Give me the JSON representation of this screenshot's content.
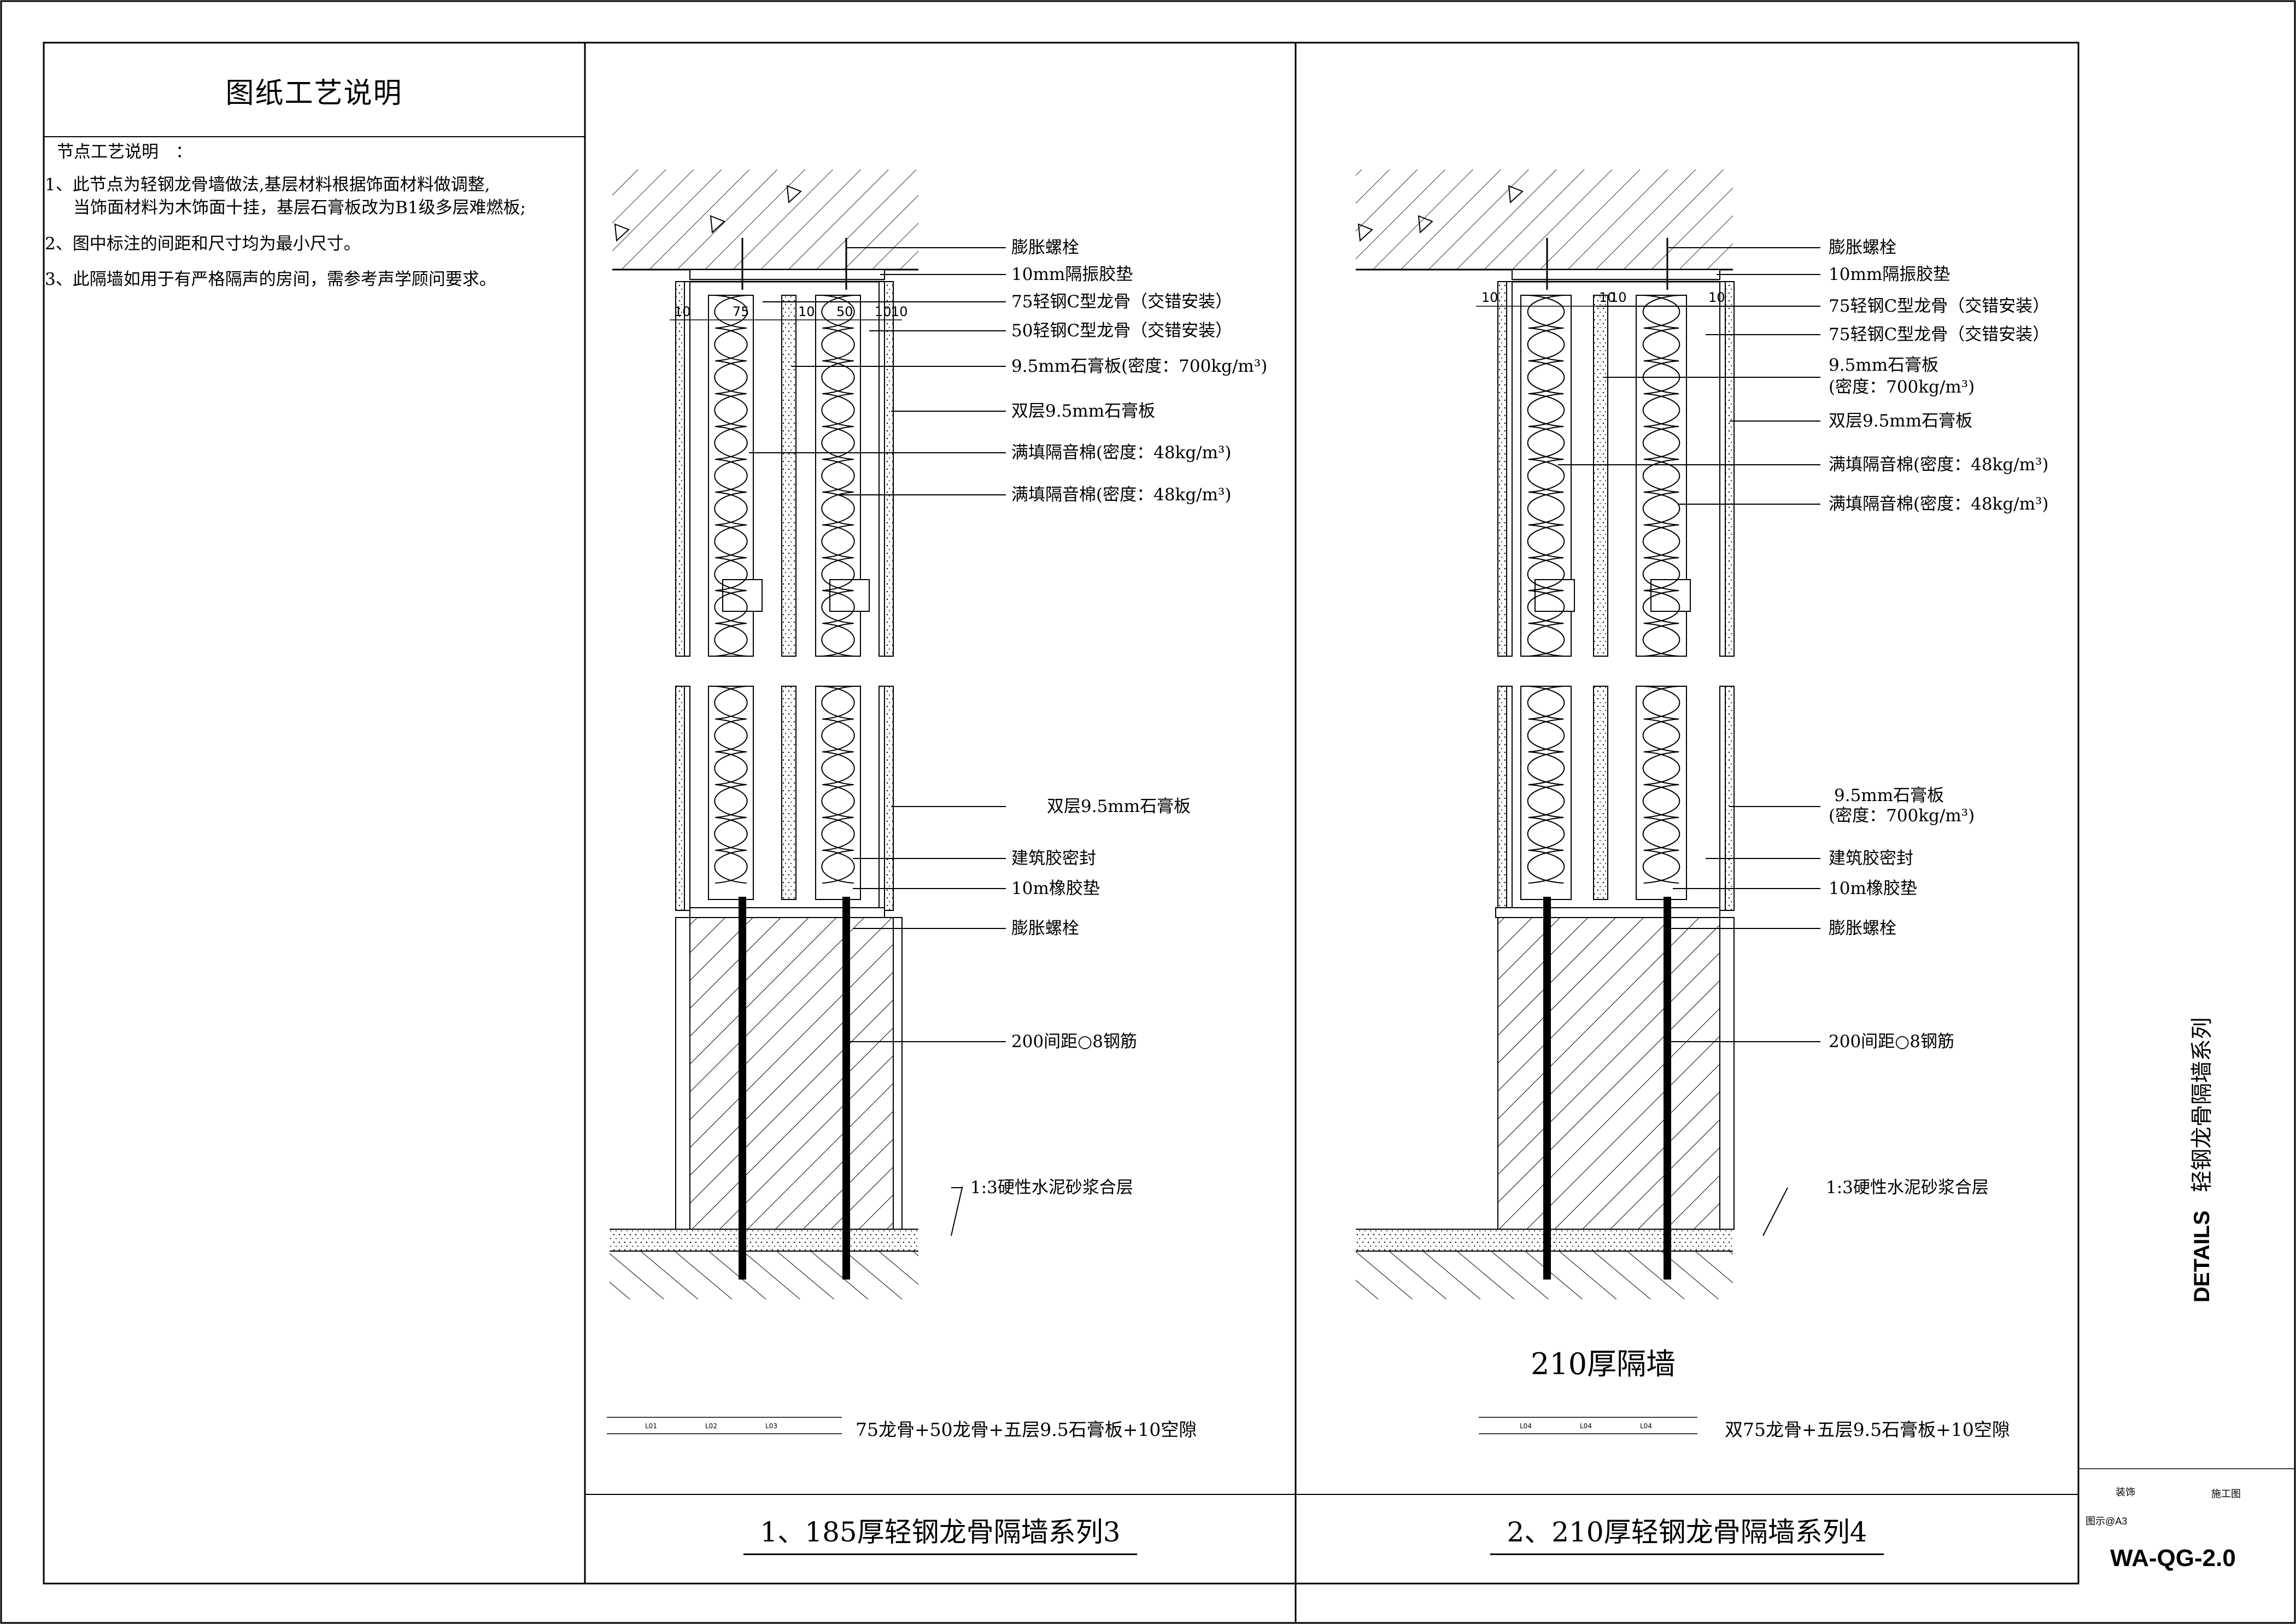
{
  "notes": {
    "title": "图纸工艺说明",
    "heading": "节点工艺说明　：",
    "items": [
      {
        "line1": "1、此节点为轻钢龙骨墙做法,基层材料根据饰面材料做调整,",
        "line2": "当饰面材料为木饰面十挂，基层石膏板改为B1级多层难燃板;"
      },
      {
        "line1": "2、图中标注的间距和尺寸均为最小尺寸。",
        "line2": ""
      },
      {
        "line1": "3、此隔墙如用于有严格隔声的房间，需参考声学顾问要求。",
        "line2": ""
      }
    ]
  },
  "detail1": {
    "labels": {
      "bolt_top": "膨胀螺栓",
      "pad_top": "10mm隔振胶垫",
      "stud75": "75轻钢C型龙骨（交错安装）",
      "stud50": "50轻钢C型龙骨（交错安装）",
      "board": "9.5mm石膏板(密度：700kg/m³)",
      "double_board": "双层9.5mm石膏板",
      "wool1": "满填隔音棉(密度：48kg/m³)",
      "wool2": "满填隔音棉(密度：48kg/m³)",
      "double_board_low": "双层9.5mm石膏板",
      "sealant": "建筑胶密封",
      "rubber": "10m橡胶垫",
      "bolt_low": "膨胀螺栓",
      "rebar": "200间距○8钢筋",
      "mortar": "1:3硬性水泥砂浆合层"
    },
    "dims": [
      "10",
      "75",
      "10",
      "50",
      "10",
      "10"
    ],
    "legend_marks": [
      "L01",
      "L02",
      "L03"
    ],
    "caption": "75龙骨+50龙骨+五层9.5石膏板+10空隙",
    "title": "1、185厚轻钢龙骨隔墙系列3"
  },
  "detail2": {
    "labels": {
      "bolt_top": "膨胀螺栓",
      "pad_top": "10mm隔振胶垫",
      "stud75a": "75轻钢C型龙骨（交错安装）",
      "stud75b": "75轻钢C型龙骨（交错安装）",
      "board_l1": "9.5mm石膏板",
      "board_l2": "(密度：700kg/m³)",
      "double_board": "双层9.5mm石膏板",
      "wool1": "满填隔音棉(密度：48kg/m³)",
      "wool2": "满填隔音棉(密度：48kg/m³)",
      "board_low_l1": "9.5mm石膏板",
      "board_low_l2": "(密度：700kg/m³)",
      "sealant": "建筑胶密封",
      "rubber": "10m橡胶垫",
      "bolt_low": "膨胀螺栓",
      "rebar": "200间距○8钢筋",
      "mortar": "1:3硬性水泥砂浆合层"
    },
    "dims": [
      "10",
      "10",
      "10",
      "10"
    ],
    "legend_marks": [
      "L04",
      "L04",
      "L04"
    ],
    "drawing_title": "210厚隔墙",
    "caption": "双75龙骨+五层9.5石膏板+10空隙",
    "title": "2、210厚轻钢龙骨隔墙系列4"
  },
  "title_block": {
    "series_en": "DETAILS",
    "series_cn": "轻钢龙骨隔墙系列",
    "discipline": "装饰",
    "stage": "施工图",
    "scale": "图示@A3",
    "sheet_no": "WA-QG-2.0"
  }
}
